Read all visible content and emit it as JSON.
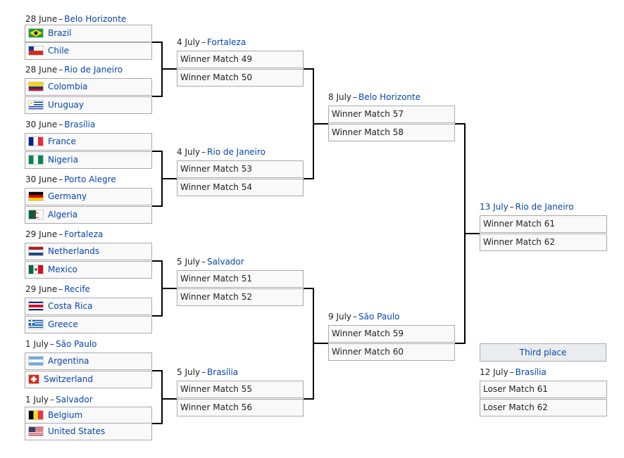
{
  "bracket": {
    "r16": [
      {
        "date": "28 June",
        "venue": "Belo Horizonte",
        "teams": [
          {
            "name": "Brazil",
            "flag": "brazil"
          },
          {
            "name": "Chile",
            "flag": "chile"
          }
        ]
      },
      {
        "date": "28 June",
        "venue": "Rio de Janeiro",
        "teams": [
          {
            "name": "Colombia",
            "flag": "colombia"
          },
          {
            "name": "Uruguay",
            "flag": "uruguay"
          }
        ]
      },
      {
        "date": "30 June",
        "venue": "Brasília",
        "teams": [
          {
            "name": "France",
            "flag": "france"
          },
          {
            "name": "Nigeria",
            "flag": "nigeria"
          }
        ]
      },
      {
        "date": "30 June",
        "venue": "Porto Alegre",
        "teams": [
          {
            "name": "Germany",
            "flag": "germany"
          },
          {
            "name": "Algeria",
            "flag": "algeria"
          }
        ]
      },
      {
        "date": "29 June",
        "venue": "Fortaleza",
        "teams": [
          {
            "name": "Netherlands",
            "flag": "netherlands"
          },
          {
            "name": "Mexico",
            "flag": "mexico"
          }
        ]
      },
      {
        "date": "29 June",
        "venue": "Recife",
        "teams": [
          {
            "name": "Costa Rica",
            "flag": "costa-rica"
          },
          {
            "name": "Greece",
            "flag": "greece"
          }
        ]
      },
      {
        "date": "1 July",
        "venue": "São Paulo",
        "teams": [
          {
            "name": "Argentina",
            "flag": "argentina"
          },
          {
            "name": "Switzerland",
            "flag": "switzerland"
          }
        ]
      },
      {
        "date": "1 July",
        "venue": "Salvador",
        "teams": [
          {
            "name": "Belgium",
            "flag": "belgium"
          },
          {
            "name": "United States",
            "flag": "united-states"
          }
        ]
      }
    ],
    "qf": [
      {
        "date": "4 July",
        "venue": "Fortaleza",
        "teams": [
          "Winner Match 49",
          "Winner Match 50"
        ]
      },
      {
        "date": "4 July",
        "venue": "Rio de Janeiro",
        "teams": [
          "Winner Match 53",
          "Winner Match 54"
        ]
      },
      {
        "date": "5 July",
        "venue": "Salvador",
        "teams": [
          "Winner Match 51",
          "Winner Match 52"
        ]
      },
      {
        "date": "5 July",
        "venue": "Brasília",
        "teams": [
          "Winner Match 55",
          "Winner Match 56"
        ]
      }
    ],
    "sf": [
      {
        "date": "8 July",
        "venue": "Belo Horizonte",
        "teams": [
          "Winner Match 57",
          "Winner Match 58"
        ]
      },
      {
        "date": "9 July",
        "venue": "São Paulo",
        "teams": [
          "Winner Match 59",
          "Winner Match 60"
        ]
      }
    ],
    "final": {
      "date": "13 July",
      "venue": "Rio de Janeiro",
      "teams": [
        "Winner Match 61",
        "Winner Match 62"
      ]
    },
    "third_place": {
      "label": "Third place",
      "date": "12 July",
      "venue": "Brasília",
      "teams": [
        "Loser Match 61",
        "Loser Match 62"
      ]
    }
  }
}
